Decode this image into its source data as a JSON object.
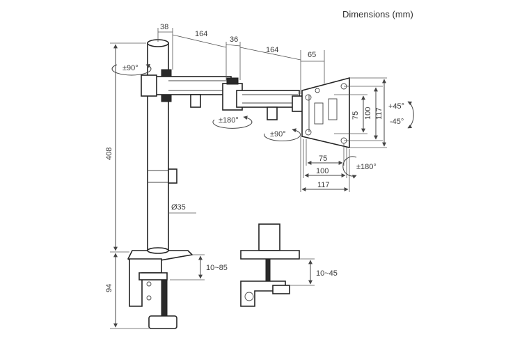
{
  "title": "Dimensions (mm)",
  "dimensions": {
    "d38": "38",
    "d164a": "164",
    "d36": "36",
    "d164b": "164",
    "d65": "65",
    "d408": "408",
    "d94": "94",
    "d35": "Ø35",
    "clamp_a": "10~85",
    "clamp_b": "10~45",
    "v75": "75",
    "v100": "100",
    "v117": "117",
    "h75": "75",
    "h100": "100",
    "h117": "117"
  },
  "rotations": {
    "pole": "±90°",
    "elbow": "±180°",
    "head": "±90°",
    "tilt_up": "+45°",
    "tilt_down": "-45°",
    "plate": "±180°"
  },
  "colors": {
    "line": "#222222",
    "text": "#3a3a3a"
  }
}
